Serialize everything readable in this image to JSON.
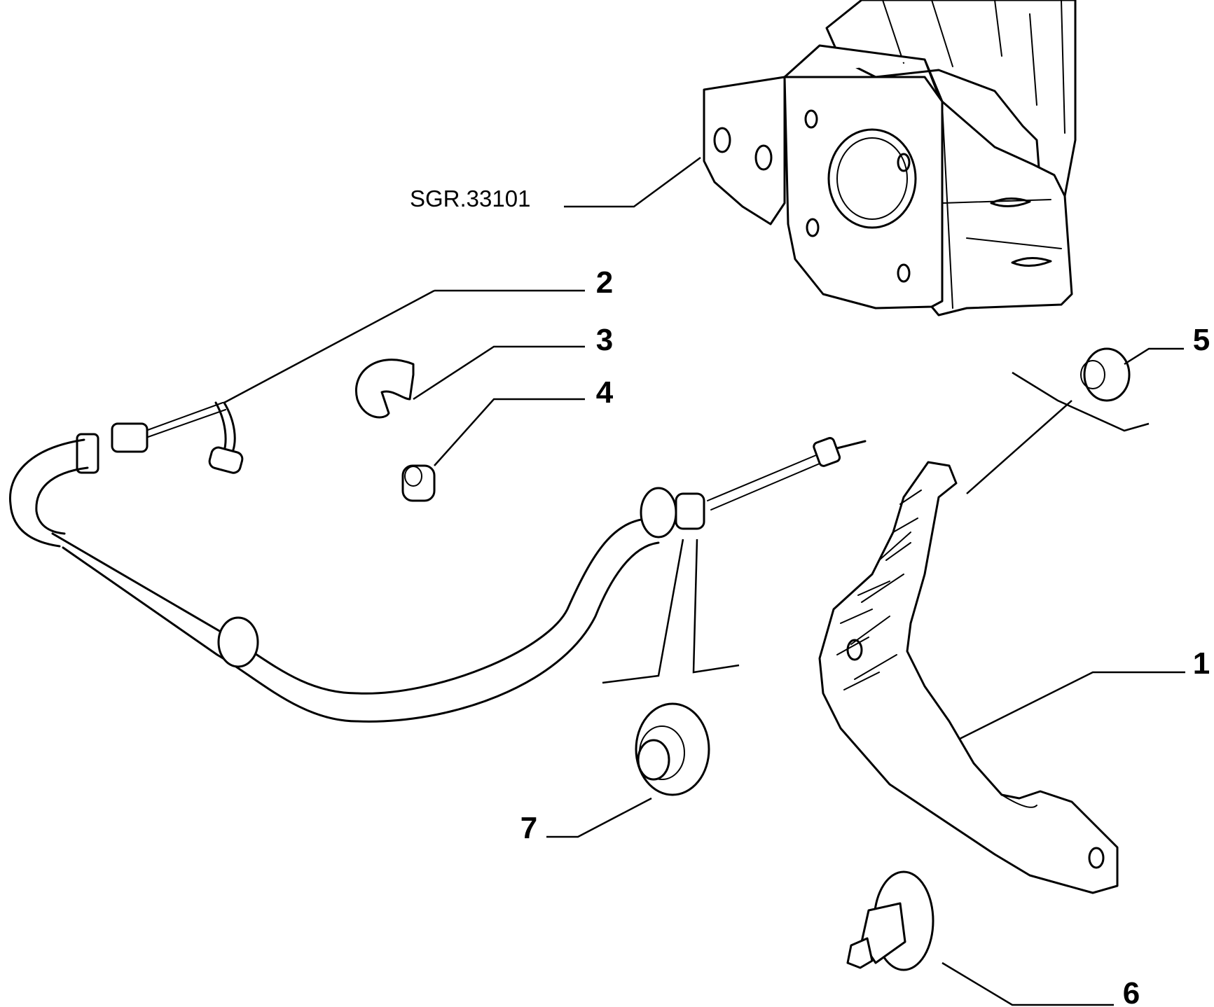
{
  "reference_label": "SGR.33101",
  "callouts": [
    {
      "id": "1",
      "label": "1"
    },
    {
      "id": "2",
      "label": "2"
    },
    {
      "id": "3",
      "label": "3"
    },
    {
      "id": "4",
      "label": "4"
    },
    {
      "id": "5",
      "label": "5"
    },
    {
      "id": "6",
      "label": "6"
    },
    {
      "id": "7",
      "label": "7"
    }
  ]
}
